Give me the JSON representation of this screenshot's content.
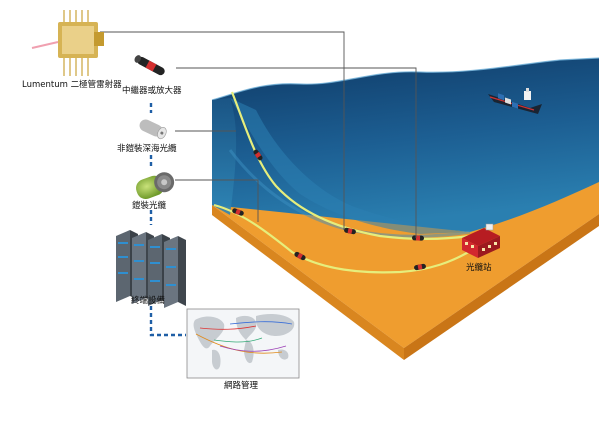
{
  "labels": {
    "laser": "Lumentum 二極管雷射器",
    "repeater": "中繼器或放大器",
    "unarmored_cable": "非鎧裝深海光纜",
    "armored_cable": "鎧裝光纜",
    "terminal_equipment": "終端設備",
    "network_management": "網路管理",
    "cable_station": "光纜站"
  },
  "colors": {
    "seabed_orange": "#ef9d2f",
    "ocean_deep": "#14406e",
    "ocean_mid": "#1f6a9c",
    "cable_line": "#e6ee7c",
    "station_red": "#d2272e",
    "dashed_link": "#1f5fa6"
  },
  "icons": [
    "laser-diode-icon",
    "repeater-icon",
    "unarmored-cable-icon",
    "armored-cable-icon",
    "server-rack-icon",
    "world-map-icon",
    "ship-icon",
    "cable-station-icon"
  ]
}
